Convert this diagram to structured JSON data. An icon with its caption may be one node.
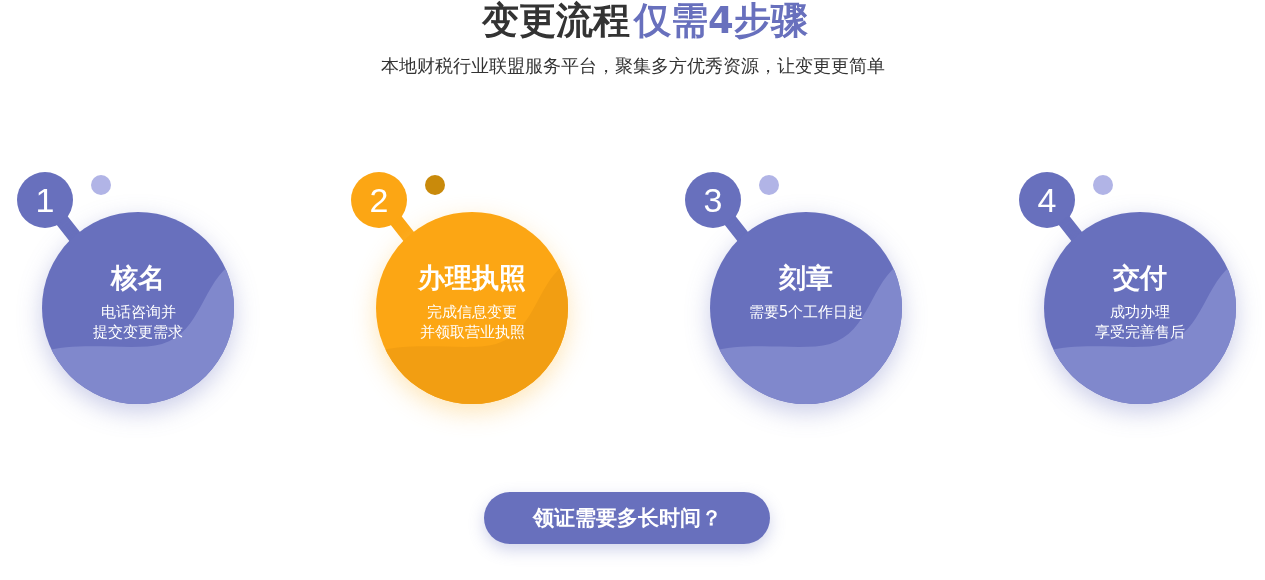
{
  "diagram": {
    "title": "变更流程",
    "nodes": [
      {
        "text": [
          "1"
        ]
      },
      {
        "text": [
          "核名",
          "电话咨询并提交变更需求"
        ]
      },
      {
        "text": [
          "2"
        ]
      },
      {
        "text": [
          "办理执照",
          "完成信息变更并领取营业执照"
        ]
      },
      {
        "text": [
          "3"
        ]
      },
      {
        "text": [
          "刻章",
          "需要5个工作日起"
        ]
      },
      {
        "text": [
          "4"
        ]
      },
      {
        "text": [
          "交付",
          "成功办理享受完善售后"
        ]
      },
      {
        "text": [
          "领证需要多长时间？"
        ]
      }
    ],
    "labels": [
      "仅需4步骤",
      "本地财税行业联盟服务平台，聚集多方优秀资源，让变更更简单"
    ]
  }
}
